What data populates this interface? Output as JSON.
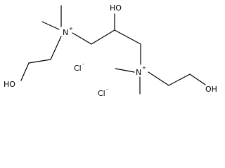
{
  "molecule": {
    "labels": {
      "oh_top": "HO",
      "oh_left": "HO",
      "oh_right": "OH",
      "n_left": "N",
      "n_right": "N",
      "cl_upper": "Cl",
      "cl_lower": "Cl"
    },
    "charges": {
      "n_left": "+",
      "n_right": "+",
      "cl_upper": "-",
      "cl_lower": "-"
    }
  }
}
